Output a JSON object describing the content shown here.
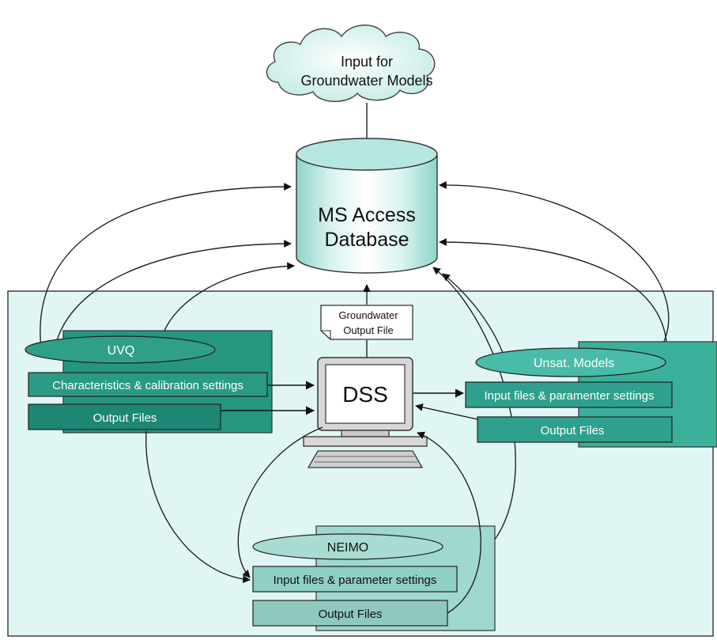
{
  "cloud": {
    "line1": "Input for",
    "line2": "Groundwater Models"
  },
  "database": {
    "line1": "MS Access",
    "line2": "Database"
  },
  "groundwater_file": {
    "line1": "Groundwater",
    "line2": "Output File"
  },
  "dss": {
    "label": "DSS"
  },
  "uvq": {
    "title": "UVQ",
    "row1": "Characteristics & calibration settings",
    "row2": "Output Files"
  },
  "unsat": {
    "title": "Unsat. Models",
    "row1": "Input files & paramenter settings",
    "row2": "Output Files"
  },
  "neimo": {
    "title": "NEIMO",
    "row1": "Input files & parameter settings",
    "row2": "Output Files"
  },
  "colors": {
    "panel_bg": "#e0f6f4",
    "uvq_dark": "#1d8674",
    "uvq_mid": "#25977f",
    "unsat": "#3bb19c",
    "neimo": "#9ed8cf"
  }
}
